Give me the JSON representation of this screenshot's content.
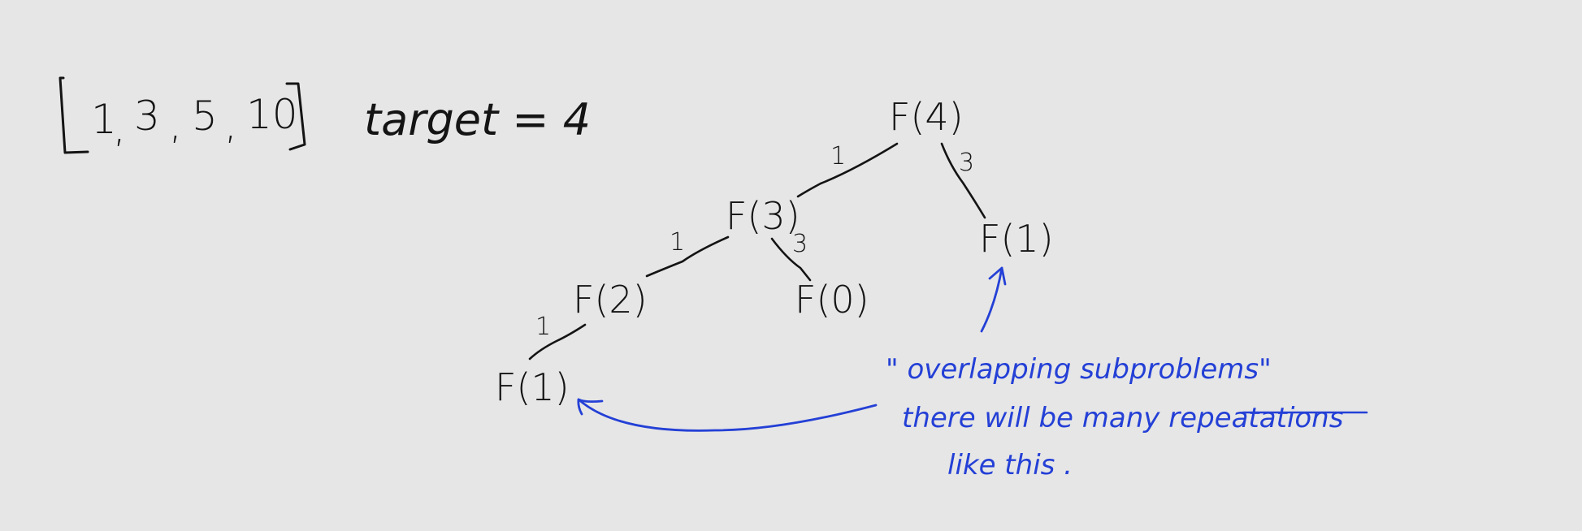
{
  "problem": {
    "array_items": [
      "1",
      "3",
      "5",
      "10"
    ],
    "target_text": "target = 4"
  },
  "tree": {
    "nodes": {
      "root": "F(4)",
      "f3": "F(3)",
      "f1_right": "F(1)",
      "f2": "F(2)",
      "f0": "F(0)",
      "f1_left": "F(1)"
    },
    "edges": {
      "root_to_f3": "1",
      "root_to_f1": "3",
      "f3_to_f2": "1",
      "f3_to_f0": "3",
      "f2_to_f1": "1"
    }
  },
  "annotation": {
    "line1": "\" overlapping subproblems\"",
    "line2_start": "there will be many ",
    "line2_struck": "repeatat",
    "line2_end": "ions",
    "line3": "like this ."
  },
  "colors": {
    "background": "#e6e6e6",
    "ink": "#141414",
    "annotation": "#2440d6"
  }
}
